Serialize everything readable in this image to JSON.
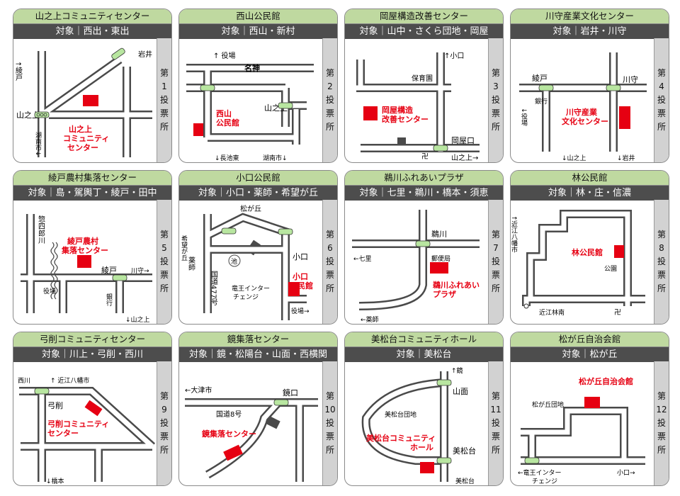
{
  "cards": [
    {
      "title": "山之上コミュニティセンター",
      "target": "対象｜西出・東出",
      "district": [
        "第",
        "1",
        "投",
        "票",
        "所"
      ],
      "facility": [
        "山之上",
        "コミュニティ",
        "センター"
      ],
      "labels": {
        "iwai": "岩井",
        "ayado": "↑綾戸",
        "yamanoue": "山之上",
        "konan": "湖南市↓"
      }
    },
    {
      "title": "西山公民館",
      "target": "対象｜西山・新村",
      "district": [
        "第",
        "2",
        "投",
        "票",
        "所"
      ],
      "facility": [
        "西山",
        "公民館"
      ],
      "labels": {
        "yakuba": "↑ 役場",
        "meishin": "名神",
        "yamanoue": "山之上",
        "nagaike": "↓長池東",
        "konan": "湖南市↓"
      }
    },
    {
      "title": "岡屋構造改善センター",
      "target": "対象｜山中・さくら団地・岡屋",
      "district": [
        "第",
        "3",
        "投",
        "票",
        "所"
      ],
      "facility": [
        "岡屋構造",
        "改善センター"
      ],
      "labels": {
        "koguchi": "↑小口",
        "hoikuen": "保育園",
        "okayaguchi": "岡屋口",
        "yamanoue": "山之上→",
        "temple": "卍"
      }
    },
    {
      "title": "川守産業文化センター",
      "target": "対象｜岩井・川守",
      "district": [
        "第",
        "4",
        "投",
        "票",
        "所"
      ],
      "facility": [
        "川守産業",
        "文化センター"
      ],
      "labels": {
        "ayado": "綾戸",
        "kawamori": "川守",
        "ginko": "銀行",
        "yakuba": "↓役場",
        "yamanoue": "↓山之上",
        "iwai": "↓岩井"
      }
    },
    {
      "title": "綾戸農村集落センター",
      "target": "対象｜島・駕輿丁・綾戸・田中",
      "district": [
        "第",
        "5",
        "投",
        "票",
        "所"
      ],
      "facility": [
        "綾戸農村",
        "集落センター"
      ],
      "labels": {
        "river": "惣四郎川",
        "ayado": "綾戸",
        "kawamori": "川守→",
        "yakuba": "役場",
        "ginko": "銀行",
        "yamanoue": "↓山之上"
      }
    },
    {
      "title": "小口公民館",
      "target": "対象｜小口・薬師・希望が丘",
      "district": [
        "第",
        "6",
        "投",
        "票",
        "所"
      ],
      "facility": [
        "小口",
        "公民館"
      ],
      "labels": {
        "kibougaoka": "希望が丘",
        "matsugaoka": "松が丘",
        "yakushi": "薬師",
        "koguchi": "小口",
        "ike": "池",
        "route": "国道477号",
        "ic": "竜王インター",
        "ic2": "チェンジ",
        "yakuba": "役場→"
      }
    },
    {
      "title": "鵜川ふれあいプラザ",
      "target": "対象｜七里・鵜川・橋本・須恵",
      "district": [
        "第",
        "7",
        "投",
        "票",
        "所"
      ],
      "facility": [
        "鵜川ふれあい",
        "プラザ"
      ],
      "labels": {
        "ukawa": "鵜川",
        "shichiri": "←七里",
        "yubinkyoku": "郵便局",
        "yakushi": "←薬師"
      }
    },
    {
      "title": "林公民館",
      "target": "対象｜林・庄・信濃",
      "district": [
        "第",
        "8",
        "投",
        "票",
        "所"
      ],
      "facility": [
        "林公民館"
      ],
      "labels": {
        "omihachiman": "↑近江八幡市",
        "koen": "公園",
        "rinkan": "近江林南",
        "temple": "卍"
      }
    },
    {
      "title": "弓削コミュニティセンター",
      "target": "対象｜川上・弓削・西川",
      "district": [
        "第",
        "9",
        "投",
        "票",
        "所"
      ],
      "facility": [
        "弓削コミュニティ",
        "センター"
      ],
      "labels": {
        "nishikawa": "西川",
        "omihachiman": "↑ 近江八幡市",
        "yuge": "弓削",
        "hashimoto": "↓橋本"
      }
    },
    {
      "title": "鏡集落センター",
      "target": "対象｜鏡・松陽台・山面・西横関",
      "district": [
        "第",
        "10",
        "投",
        "票",
        "所"
      ],
      "facility": [
        "鏡集落センター"
      ],
      "labels": {
        "otsu": "←大津市",
        "route": "国道8号",
        "kagamiguchi": "鏡口"
      }
    },
    {
      "title": "美松台コミュニティホール",
      "target": "対象｜美松台",
      "district": [
        "第",
        "11",
        "投",
        "票",
        "所"
      ],
      "facility": [
        "美松台コミュニティ",
        "ホール"
      ],
      "labels": {
        "kagami": "↑鏡",
        "yamazura": "山面",
        "danchi": "美松台団地",
        "mimatsudai": "美松台",
        "mimatsudai2": "美松台"
      }
    },
    {
      "title": "松が丘自治会館",
      "target": "対象｜松が丘",
      "district": [
        "第",
        "12",
        "投",
        "票",
        "所"
      ],
      "facility": [
        "松が丘自治会館"
      ],
      "labels": {
        "danchi": "松が丘団地",
        "ic": "←竜王インター",
        "ic2": "チェンジ",
        "koguchi": "小口→"
      }
    }
  ]
}
